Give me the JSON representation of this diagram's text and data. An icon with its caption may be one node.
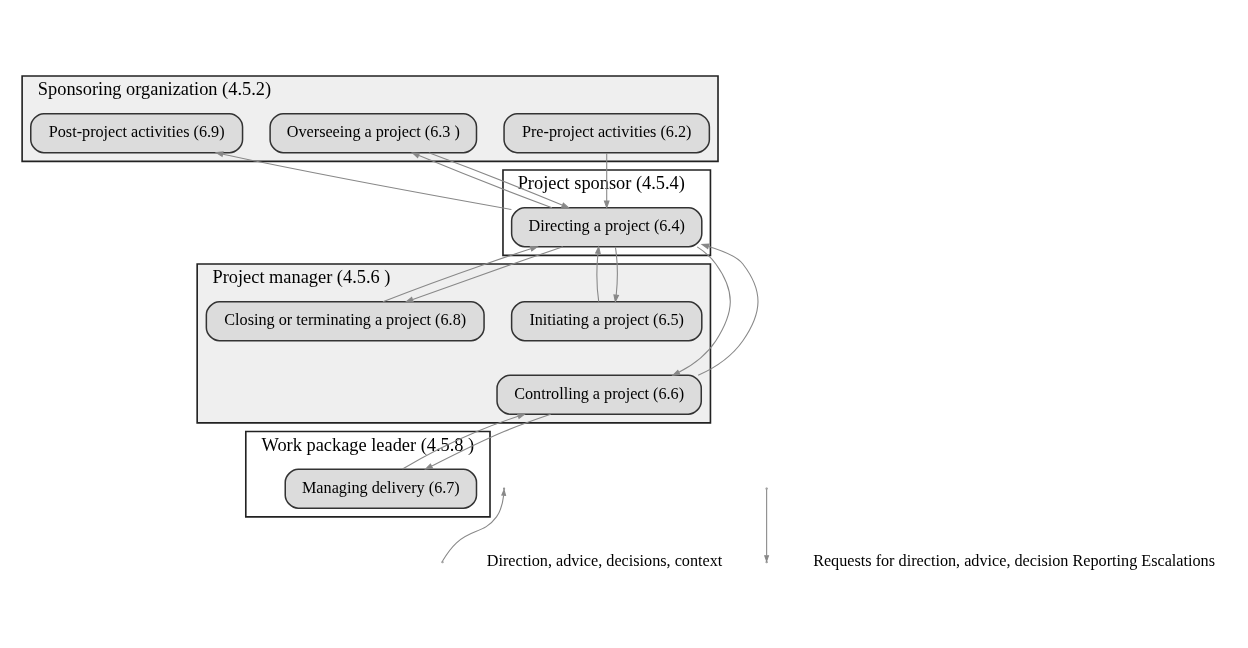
{
  "diagram": {
    "nodes": [
      {
        "text": [
          "Sponsoring organization (4.5.2)"
        ]
      },
      {
        "text": [
          "Pre-project activities (6.2)"
        ],
        "in": 0
      },
      {
        "text": [
          "Overseeing a project (6.3 )"
        ],
        "in": 0
      },
      {
        "text": [
          "Post-project activities (6.9)"
        ],
        "in": 0
      },
      {
        "text": [
          "Project sponsor (4.5.4)"
        ]
      },
      {
        "text": [
          "Directing a project (6.4)"
        ],
        "in": 4
      },
      {
        "text": [
          "Project manager (4.5.6 )"
        ]
      },
      {
        "text": [
          "Initiating a project (6.5)"
        ],
        "in": 6
      },
      {
        "text": [
          "Closing or terminating a project (6.8)"
        ],
        "in": 6
      },
      {
        "text": [
          "Controlling a project (6.6)"
        ],
        "in": 6
      },
      {
        "text": [
          "Work package leader (4.5.8 )"
        ]
      },
      {
        "text": [
          "Managing delivery (6.7)"
        ],
        "in": 10
      }
    ],
    "edges": [
      {
        "from": 1,
        "to": 5,
        "arrow": "to"
      },
      {
        "from": 2,
        "to": 5,
        "arrow": "to"
      },
      {
        "from": 5,
        "to": 2,
        "arrow": "to"
      },
      {
        "from": 5,
        "to": 3,
        "arrow": "to"
      },
      {
        "from": 5,
        "to": 7,
        "arrow": "to"
      },
      {
        "from": 7,
        "to": 5,
        "arrow": "to"
      },
      {
        "from": 5,
        "to": 9,
        "arrow": "to"
      },
      {
        "from": 9,
        "to": 5,
        "arrow": "to"
      },
      {
        "from": 5,
        "to": 8,
        "arrow": "to"
      },
      {
        "from": 8,
        "to": 5,
        "arrow": "to"
      },
      {
        "from": 9,
        "to": 11,
        "arrow": "to"
      },
      {
        "from": 11,
        "to": 9,
        "arrow": "to"
      }
    ],
    "legend": [
      {
        "text": "Direction, advice, decisions, context"
      },
      {
        "text": "Requests for direction, advice, decision Reporting Escalations"
      }
    ]
  }
}
